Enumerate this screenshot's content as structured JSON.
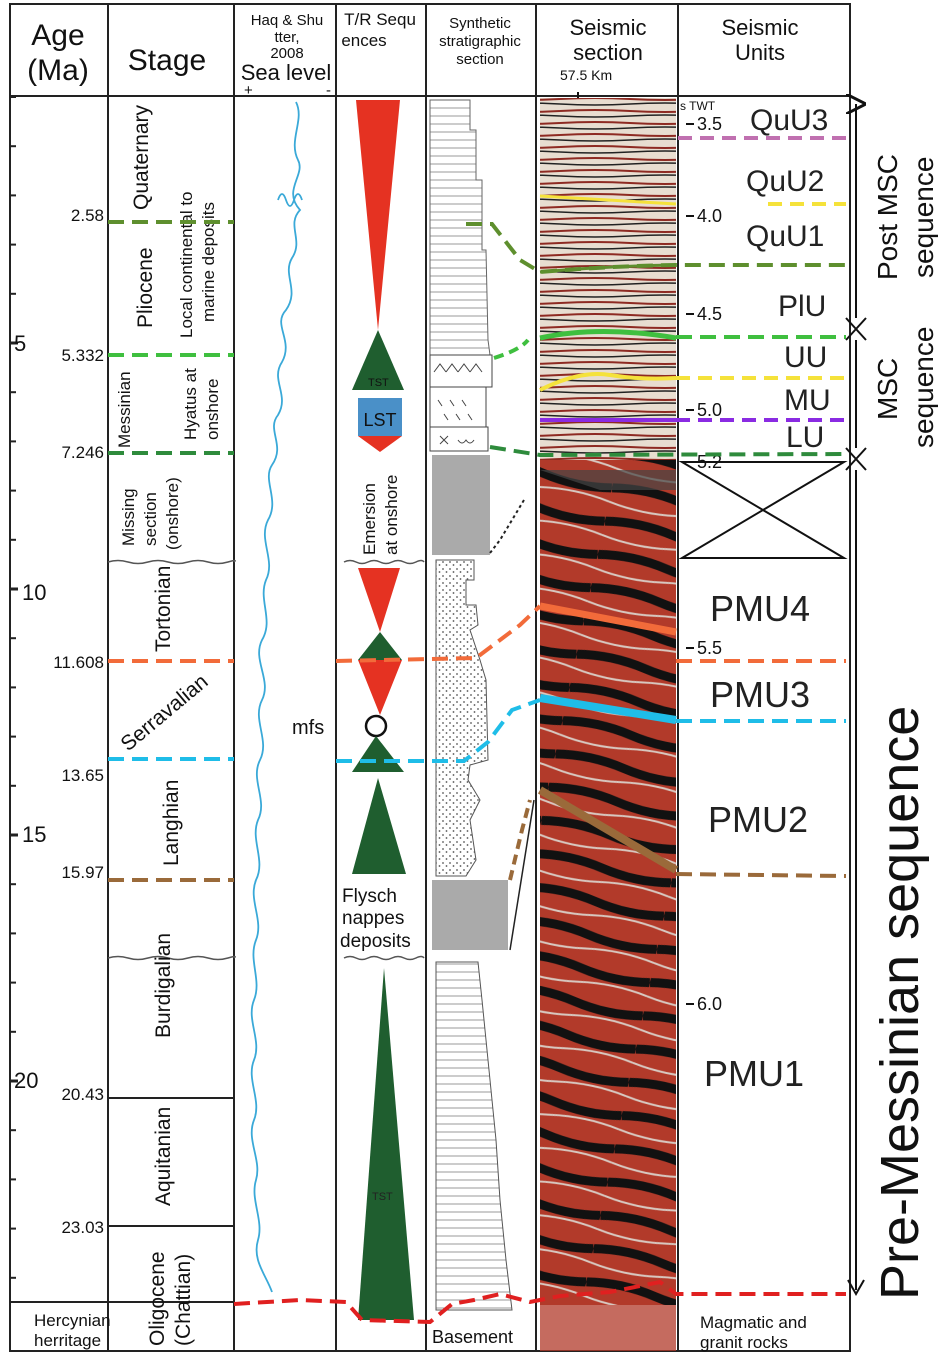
{
  "headers": {
    "age": [
      "Age",
      "(Ma)"
    ],
    "stage": "Stage",
    "sea_level": [
      "Haq & Shu",
      "tter,",
      "2008",
      "Sea level"
    ],
    "sea_level_plus": "+",
    "sea_level_minus": "-",
    "tr": [
      "T/R Sequ",
      "ences"
    ],
    "synthetic": [
      "Synthetic",
      "stratigraphic",
      "section"
    ],
    "seismic_section": [
      "Seismic",
      "section"
    ],
    "seismic_scale": "57.5 Km",
    "seismic_units": [
      "Seismic",
      "Units"
    ]
  },
  "ages": {
    "major": [
      {
        "label": "5",
        "ma": 5
      },
      {
        "label": "10",
        "ma": 10
      },
      {
        "label": "15",
        "ma": 15
      },
      {
        "label": "20",
        "ma": 20
      }
    ],
    "boundaries": [
      {
        "label": "2.58",
        "ma": 2.58
      },
      {
        "label": "5.332",
        "ma": 5.332
      },
      {
        "label": "7.246",
        "ma": 7.246
      },
      {
        "label": "11.608",
        "ma": 11.608
      },
      {
        "label": "13.65",
        "ma": 13.65
      },
      {
        "label": "15.97",
        "ma": 15.97
      },
      {
        "label": "20.43",
        "ma": 20.43
      },
      {
        "label": "23.03",
        "ma": 23.03
      }
    ]
  },
  "stages": {
    "quaternary": "Quaternary",
    "pliocene": "Pliocene",
    "pliocene_note": [
      "Local continental to",
      "marine deposits"
    ],
    "messinian": "Messinian",
    "messinian_note": [
      "Hyatus at",
      "onshore"
    ],
    "missing": [
      "Missing",
      "section",
      "(onshore)"
    ],
    "tortonian": "Tortonian",
    "serravalian": "Serravalian",
    "langhian": "Langhian",
    "burdigalian": "Burdigalian",
    "aquitanian": "Aquitanian",
    "oligocene": [
      "Oligocene",
      "(Chattian)"
    ],
    "hercynian": [
      "Hercynian",
      "herritage"
    ]
  },
  "tr_labels": {
    "mfs": "mfs",
    "tst_upper": "TST",
    "lst": "LST",
    "emersion": [
      "Emersion",
      "at onshore"
    ],
    "flysch": [
      "Flysch",
      "nappes",
      "deposits"
    ],
    "tst_lower": "TST"
  },
  "synthetic_labels": {
    "basement": "Basement"
  },
  "twt": {
    "unit": "s TWT",
    "values": [
      "3.5",
      "4.0",
      "4.5",
      "5.0",
      "5.2",
      "5.5",
      "6.0"
    ]
  },
  "units": [
    "QuU3",
    "QuU2",
    "QuU1",
    "PlU",
    "UU",
    "MU",
    "LU",
    "PMU4",
    "PMU3",
    "PMU2",
    "PMU1"
  ],
  "units_note": [
    "Magmatic and",
    "granit rocks"
  ],
  "sequences": {
    "post_msc": [
      "Post MSC",
      "sequence"
    ],
    "msc": [
      "MSC",
      "sequence"
    ],
    "pre_messinian": "Pre-Messinian sequence"
  },
  "colors": {
    "quaternary_base": "#5e8f2e",
    "pliocene_base": "#3fbf3f",
    "messinian_base": "#2e8b3c",
    "tortonian_base": "#f26b3a",
    "serravalian_base": "#1fbde8",
    "langhian_base": "#9a6a3a",
    "basement": "#e02020",
    "quu3": "#c070b0",
    "quu2": "#f5e23a",
    "mu": "#f5e23a",
    "lu": "#8a2be2",
    "regressive": "#e53222",
    "transgressive": "#1f5e2f",
    "lst_box": "#4a90c8",
    "sea_level_curve": "#3aa9d8",
    "seismic_red": "#c0392b"
  }
}
